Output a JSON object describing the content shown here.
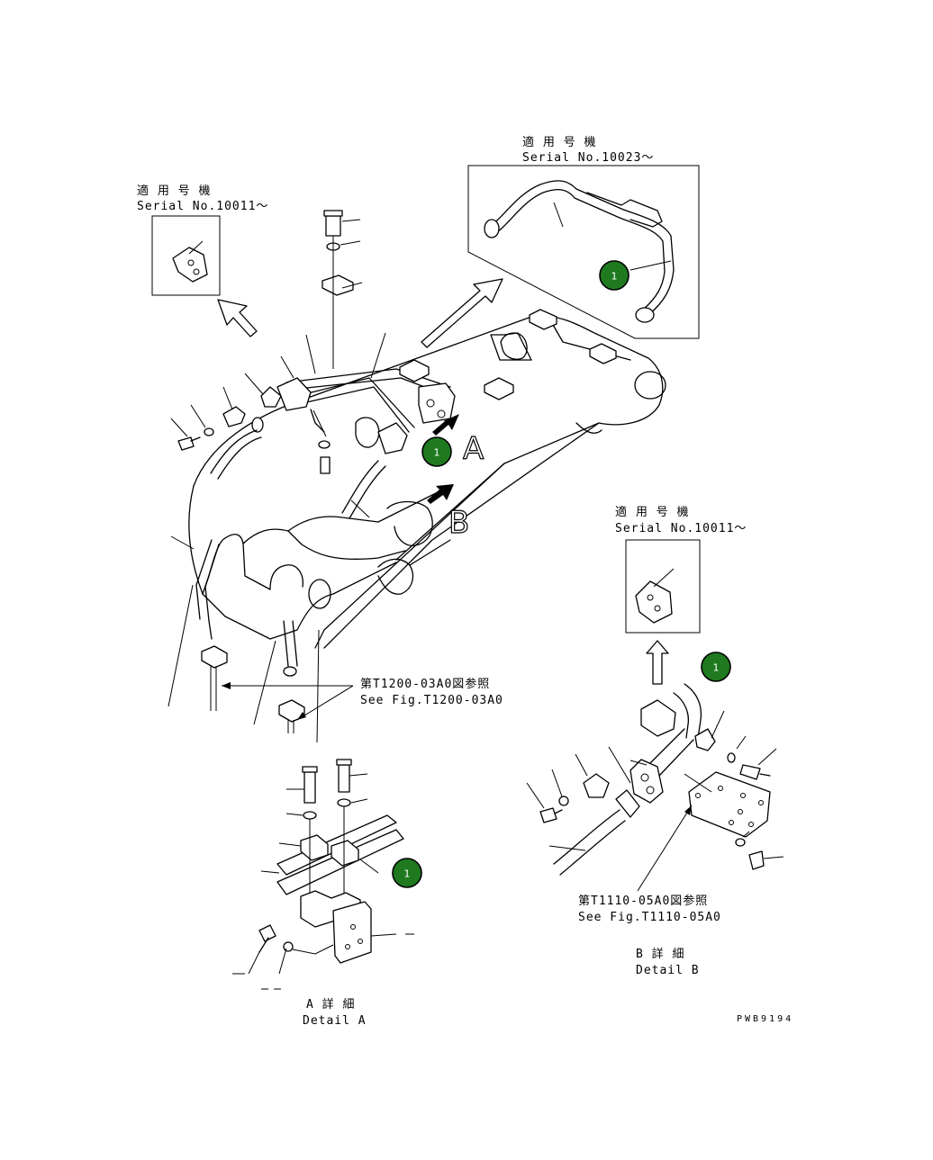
{
  "labels": {
    "serial_top_right_jp": "適 用 号 機",
    "serial_top_right": "Serial No.10023～",
    "serial_top_left_jp": "適 用 号 機",
    "serial_top_left": "Serial No.10011～",
    "serial_mid_right_jp": "適 用 号 機",
    "serial_mid_right": "Serial No.10011～",
    "view_a": "A",
    "view_b": "B",
    "ref_t1200_jp": "第T1200-03A0図参照",
    "ref_t1200": "See Fig.T1200-03A0",
    "ref_t1110_jp": "第T1110-05A0図参照",
    "ref_t1110": "See Fig.T1110-05A0",
    "detail_a_jp": "A 詳 細",
    "detail_a": "Detail A",
    "detail_b_jp": "B 詳 細",
    "detail_b": "Detail B",
    "drawing_code": "PWB9194"
  },
  "callouts": [
    {
      "number": "1",
      "color": "#1f7a1f"
    },
    {
      "number": "1",
      "color": "#1f7a1f"
    },
    {
      "number": "1",
      "color": "#1f7a1f"
    },
    {
      "number": "1",
      "color": "#1f7a1f"
    }
  ]
}
